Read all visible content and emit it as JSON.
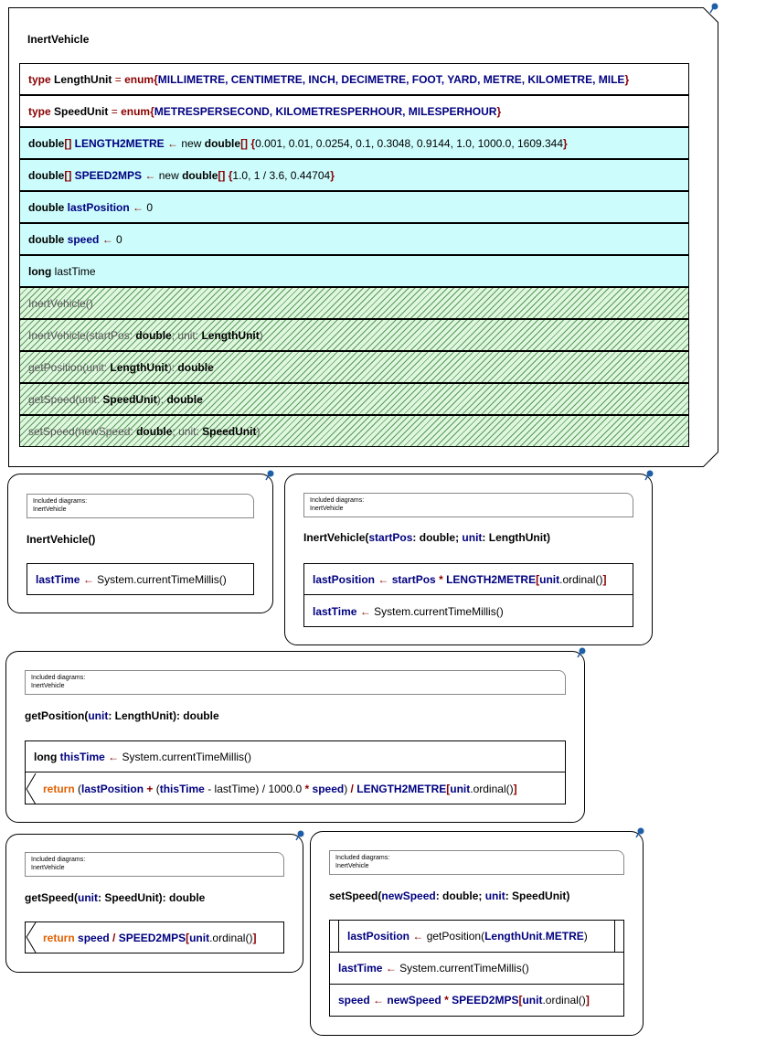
{
  "main": {
    "title": "InertVehicle",
    "rows": [
      {
        "k1": "type",
        "n": "LengthUnit",
        "eq": "=",
        "k2": "enum{",
        "vals": "MILLIMETRE, CENTIMETRE, INCH, DECIMETRE, FOOT, YARD, METRE, KILOMETRE, MILE",
        "end": "}"
      },
      {
        "k1": "type",
        "n": "SpeedUnit",
        "eq": "=",
        "k2": "enum{",
        "vals": "METRESPERSECOND, KILOMETRESPERHOUR, MILESPERHOUR",
        "end": "}"
      }
    ],
    "attrs": [
      {
        "t": "double",
        "br": "[]",
        "n": "LENGTH2METRE",
        "arr": "←",
        "nw": "new",
        "t2": "double",
        "br2": "[]",
        "ob": "{",
        "v": "0.001, 0.01, 0.0254, 0.1, 0.3048, 0.9144, 1.0, 1000.0, 1609.344",
        "cb": "}"
      },
      {
        "t": "double",
        "br": "[]",
        "n": "SPEED2MPS",
        "arr": "←",
        "nw": "new",
        "t2": "double",
        "br2": "[]",
        "ob": "{",
        "v": "1.0, 1 / 3.6, 0.44704",
        "cb": "}"
      },
      {
        "t": "double",
        "n": "lastPosition",
        "arr": "←",
        "v": "0"
      },
      {
        "t": "double",
        "n": "speed",
        "arr": "←",
        "v": "0"
      },
      {
        "t": "long",
        "n": "lastTime"
      }
    ],
    "methods": [
      {
        "a": "InertVehicle()"
      },
      {
        "a": "InertVehicle(startPos",
        "c": ":",
        "b1": "double",
        "d": "; unit:",
        "b2": "LengthUnit",
        "e": ")"
      },
      {
        "a": "getPosition(unit:",
        "b1": "LengthUnit",
        "d": "):",
        "b2": "double"
      },
      {
        "a": "getSpeed(unit:",
        "b1": "SpeedUnit",
        "d": "):",
        "b2": "double"
      },
      {
        "a": "setSpeed(newSpeed:",
        "b1": "double",
        "d": "; unit:",
        "b2": "SpeedUnit",
        "e": ")"
      }
    ]
  },
  "included": {
    "l1": "Included diagrams:",
    "l2": "InertVehicle"
  },
  "ctor1": {
    "title": "InertVehicle()",
    "n": "lastTime",
    "arr": "←",
    "v": "System.currentTimeMillis()"
  },
  "ctor2": {
    "title_a": "InertVehicle(",
    "title_p1": "startPos",
    "title_b": ": double; ",
    "title_p2": "unit",
    "title_c": ": LengthUnit)",
    "l1": {
      "n": "lastPosition",
      "arr": "←",
      "a": "startPos",
      "m": "*",
      "b": "LENGTH2METRE",
      "o": "[",
      "c": "unit",
      ".": ".",
      "d": "ordinal()",
      "e": "]"
    },
    "l2": {
      "n": "lastTime",
      "arr": "←",
      "v": "System.currentTimeMillis()"
    }
  },
  "getpos": {
    "title_a": "getPosition(",
    "title_p": "unit",
    "title_b": ": LengthUnit): double",
    "l1": {
      "t": "long",
      "n": "thisTime",
      "arr": "←",
      "v": "System.currentTimeMillis()"
    },
    "l2": {
      "r": "return",
      "p1": "(",
      "a": "lastPosition",
      "pl": "+",
      "p2": "(",
      "b": "thisTime",
      "mi": "- lastTime)",
      "dv": "/ 1000.0",
      "ml": "*",
      "c": "speed",
      "p3": ")",
      "dv2": "/",
      "d": "LENGTH2METRE",
      "o": "[",
      "e": "unit",
      ".": ".ordinal()",
      "f": "]"
    }
  },
  "getspeed": {
    "title_a": "getSpeed(",
    "title_p": "unit",
    "title_b": ": SpeedUnit): double",
    "l1": {
      "r": "return",
      "a": "speed",
      "dv": "/",
      "b": "SPEED2MPS",
      "o": "[",
      "c": "unit",
      "d": ".ordinal()",
      "e": "]"
    }
  },
  "setspeed": {
    "title_a": "setSpeed(",
    "title_p1": "newSpeed",
    "title_b": ": double; ",
    "title_p2": "unit",
    "title_c": ": SpeedUnit)",
    "l1": {
      "n": "lastPosition",
      "arr": "←",
      "v": "getPosition(",
      "b": "LengthUnit",
      "d": ".",
      "c": "METRE",
      "e": ")"
    },
    "l2": {
      "n": "lastTime",
      "arr": "←",
      "v": "System.currentTimeMillis()"
    },
    "l3": {
      "n": "speed",
      "arr": "←",
      "a": "newSpeed",
      "m": "*",
      "b": "SPEED2MPS",
      "o": "[",
      "c": "unit",
      "d": ".ordinal()",
      "e": "]"
    }
  }
}
